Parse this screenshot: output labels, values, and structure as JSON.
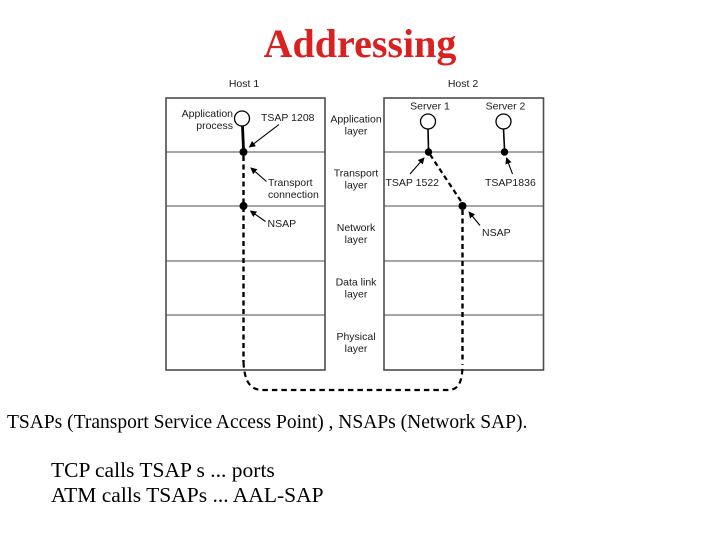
{
  "title": {
    "text": "Addressing",
    "color": "#d92121"
  },
  "diagram": {
    "host1_label": "Host 1",
    "host2_label": "Host 2",
    "layer_labels": [
      {
        "line1": "Application",
        "line2": "layer"
      },
      {
        "line1": "Transport",
        "line2": "layer"
      },
      {
        "line1": "Network",
        "line2": "layer"
      },
      {
        "line1": "Data link",
        "line2": "layer"
      },
      {
        "line1": "Physical",
        "line2": "layer"
      }
    ],
    "application_process": {
      "line1": "Application",
      "line2": "process"
    },
    "tsap1208_label": "TSAP 1208",
    "transport_connection": {
      "line1": "Transport",
      "line2": "connection"
    },
    "nsap_left_label": "NSAP",
    "server1_label": "Server 1",
    "server2_label": "Server 2",
    "tsap1522_label": "TSAP 1522",
    "tsap1836_label": "TSAP1836",
    "nsap_right_label": "NSAP",
    "line_color": "#4d4d4d",
    "ink_color": "#000000"
  },
  "captions": {
    "line1": "TSAPs (Transport Service Access Point) , NSAPs (Network SAP).",
    "line2": "TCP calls TSAP s ... ports",
    "line3": "ATM calls TSAPs ... AAL-SAP"
  }
}
